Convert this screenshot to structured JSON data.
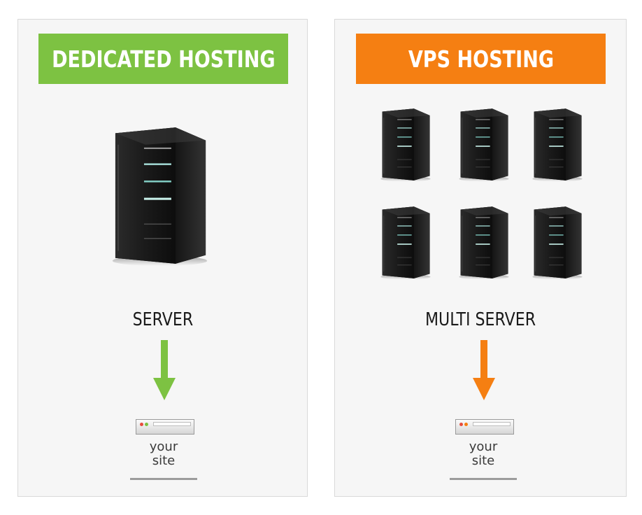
{
  "left": {
    "title": "DEDICATED HOSTING",
    "caption": "SERVER",
    "site_line1": "your",
    "site_line2": "site",
    "accent": "#7dc242"
  },
  "right": {
    "title": "VPS HOSTING",
    "caption": "MULTI SERVER",
    "site_line1": "your",
    "site_line2": "site",
    "accent": "#f57f12"
  },
  "icons": {
    "server": "server-tower-icon",
    "arrow": "arrow-down-icon",
    "site": "browser-window-icon"
  }
}
